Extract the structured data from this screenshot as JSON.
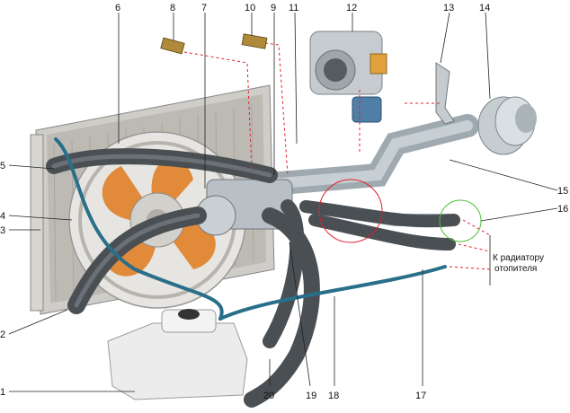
{
  "callouts": {
    "c1": "1",
    "c2": "2",
    "c3": "3",
    "c4": "4",
    "c5": "5",
    "c6": "6",
    "c7": "7",
    "c8": "8",
    "c9": "9",
    "c10": "10",
    "c11": "11",
    "c12": "12",
    "c13": "13",
    "c14": "14",
    "c15": "15",
    "c16": "16",
    "c17": "17",
    "c18": "18",
    "c19": "19",
    "c20": "20"
  },
  "note": {
    "line1": "К радиатору",
    "line2": "отопителя"
  },
  "colors": {
    "hose": "#4a4f54",
    "hose_highlight": "#6b7077",
    "coolant_line": "#2a6f8a",
    "radiator": "#c9c7c2",
    "fan": "#e08a3a",
    "pipe": "#b9c2c8",
    "tank": "#ececec",
    "accent_red": "#e1202a",
    "accent_green": "#4fbf3a"
  }
}
